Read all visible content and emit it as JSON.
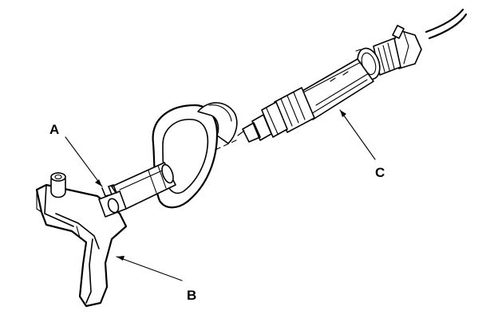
{
  "callouts": [
    {
      "id": "A",
      "text": "A"
    },
    {
      "id": "B",
      "text": "B"
    },
    {
      "id": "C",
      "text": "C"
    }
  ],
  "colors": {
    "line": "#000000",
    "background": "#ffffff"
  }
}
